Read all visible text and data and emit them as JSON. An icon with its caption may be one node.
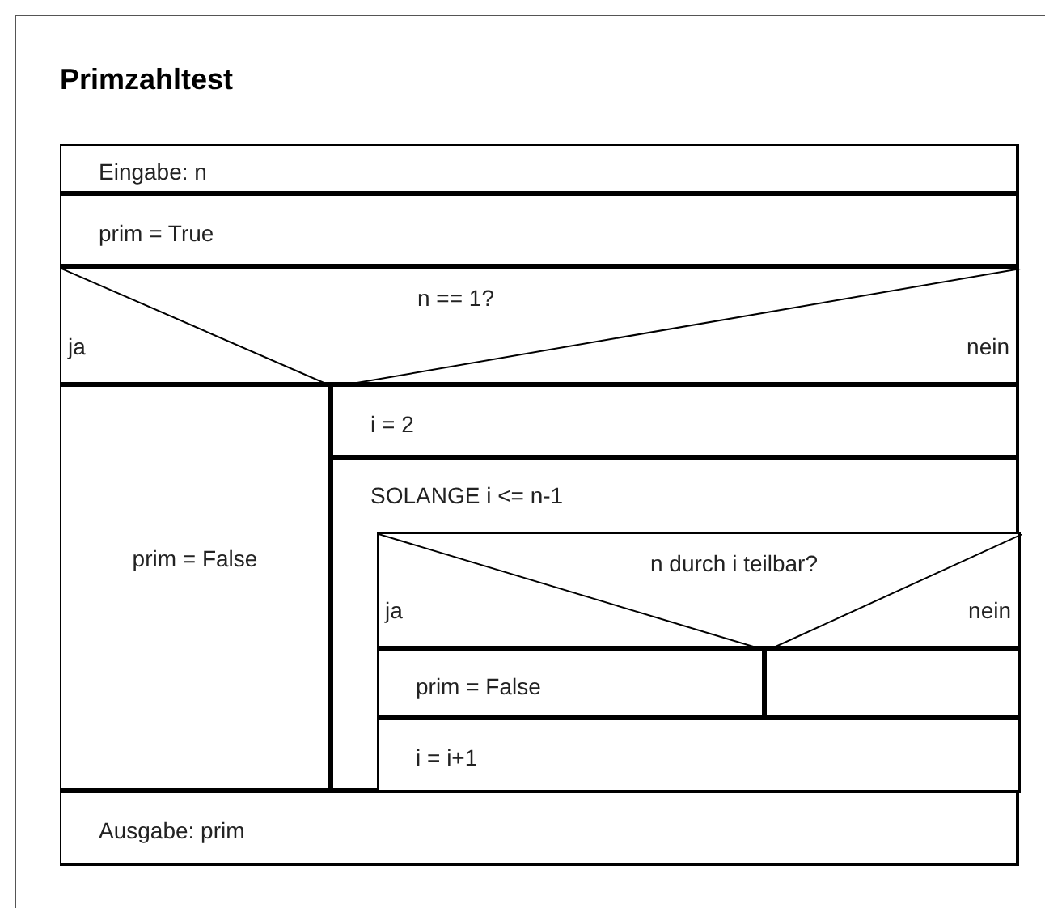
{
  "diagram": {
    "title": "Primzahltest",
    "nodes": [
      {
        "text": [
          "Eingabe: n"
        ]
      },
      {
        "text": [
          "prim = True"
        ]
      },
      {
        "text": [
          "n == 1?",
          "ja",
          "nein"
        ]
      },
      {
        "text": [
          "prim = False"
        ]
      },
      {
        "text": [
          "i = 2"
        ]
      },
      {
        "text": [
          "SOLANGE i <= n-1"
        ]
      },
      {
        "text": [
          "n durch i teilbar?",
          "ja",
          "nein"
        ],
        "in": 5
      },
      {
        "text": [
          "prim = False"
        ],
        "in": 5
      },
      {
        "text": [],
        "shape": "box",
        "in": 5
      },
      {
        "text": [
          "i = i+1"
        ],
        "in": 5
      },
      {
        "text": [
          "Ausgabe: prim"
        ]
      }
    ],
    "edges": []
  }
}
